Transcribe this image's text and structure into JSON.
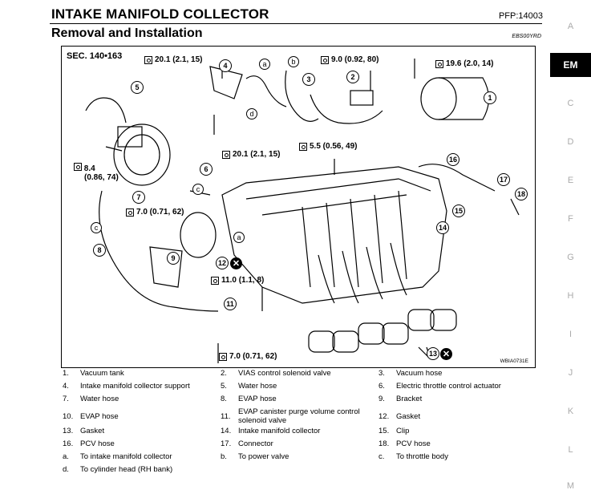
{
  "header": {
    "title": "INTAKE MANIFOLD COLLECTOR",
    "pfp": "PFP:14003",
    "subtitle": "Removal and Installation",
    "code": "EBS00YRD"
  },
  "figure": {
    "section": "SEC. 140•163",
    "figure_id": "WBIA0731E",
    "torques": {
      "t1": "20.1 (2.1, 15)",
      "t2": "9.0 (0.92, 80)",
      "t3": "19.6 (2.0, 14)",
      "t4": "20.1 (2.1, 15)",
      "t5": "5.5 (0.56, 49)",
      "t6a": "8.4",
      "t6b": "(0.86, 74)",
      "t7": "7.0 (0.71, 62)",
      "t8": "11.0 (1.1, 8)",
      "t9": "7.0 (0.71, 62)"
    },
    "callouts": {
      "n1": "1",
      "n2": "2",
      "n3": "3",
      "n4": "4",
      "n5": "5",
      "n6": "6",
      "n7": "7",
      "n8": "8",
      "n9": "9",
      "n11": "11",
      "n12": "12",
      "n13": "13",
      "n14": "14",
      "n15": "15",
      "n16": "16",
      "n17": "17",
      "n18": "18",
      "la": "a",
      "lb": "b",
      "lc1": "c",
      "lc2": "c",
      "ld": "d",
      "x": "✕"
    }
  },
  "legend": [
    [
      {
        "num": "1.",
        "label": "Vacuum tank"
      },
      {
        "num": "2.",
        "label": "VIAS control solenoid valve"
      },
      {
        "num": "3.",
        "label": "Vacuum hose"
      }
    ],
    [
      {
        "num": "4.",
        "label": "Intake manifold collector support"
      },
      {
        "num": "5.",
        "label": "Water hose"
      },
      {
        "num": "6.",
        "label": "Electric throttle control actuator"
      }
    ],
    [
      {
        "num": "7.",
        "label": "Water hose"
      },
      {
        "num": "8.",
        "label": "EVAP hose"
      },
      {
        "num": "9.",
        "label": "Bracket"
      }
    ],
    [
      {
        "num": "10.",
        "label": "EVAP hose"
      },
      {
        "num": "11.",
        "label": "EVAP canister purge volume control solenoid valve"
      },
      {
        "num": "12.",
        "label": "Gasket"
      }
    ],
    [
      {
        "num": "13.",
        "label": "Gasket"
      },
      {
        "num": "14.",
        "label": "Intake manifold collector"
      },
      {
        "num": "15.",
        "label": "Clip"
      }
    ],
    [
      {
        "num": "16.",
        "label": "PCV hose"
      },
      {
        "num": "17.",
        "label": "Connector"
      },
      {
        "num": "18.",
        "label": "PCV hose"
      }
    ],
    [
      {
        "num": "a.",
        "label": "To intake manifold collector"
      },
      {
        "num": "b.",
        "label": "To power valve"
      },
      {
        "num": "c.",
        "label": "To throttle body"
      }
    ],
    [
      {
        "num": "d.",
        "label": "To cylinder head (RH bank)"
      }
    ]
  ],
  "sidebar": {
    "items": [
      "A",
      "EM",
      "C",
      "D",
      "E",
      "F",
      "G",
      "H",
      "I",
      "J",
      "K",
      "L",
      "M"
    ],
    "active": "EM"
  }
}
